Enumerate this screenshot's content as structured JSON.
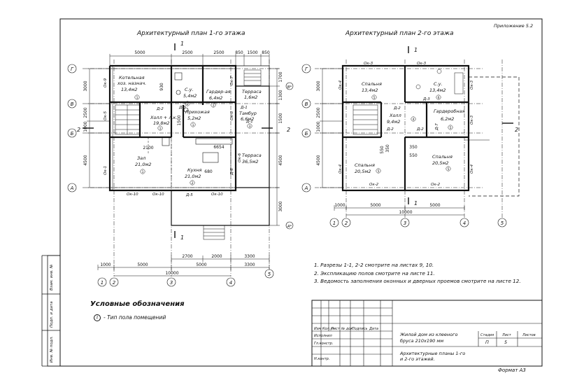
{
  "sheet": {
    "appendix": "Приложение 5.2",
    "format": "Формат А3"
  },
  "plan1": {
    "title": "Архитектурный план 1-го этажа",
    "rooms": [
      {
        "name": "Котельная хоз. назнач.",
        "area": "13,4м2",
        "type": "1"
      },
      {
        "name": "С.у.",
        "area": "5,4м2",
        "type": "2"
      },
      {
        "name": "Гардер-ая",
        "area": "6,4м2",
        "type": "1"
      },
      {
        "name": "Холл + л.к.",
        "area": "19,8м2",
        "type": "1"
      },
      {
        "name": "Прихожая",
        "area": "5,2м2",
        "type": "1"
      },
      {
        "name": "Тамбур",
        "area": "6,6м2",
        "type": "3"
      },
      {
        "name": "Терраса",
        "area": "1,6м2",
        "type": ""
      },
      {
        "name": "Зал",
        "area": "21,0м2",
        "type": "1"
      },
      {
        "name": "Кухня",
        "area": "21,0м2",
        "type": "2"
      },
      {
        "name": "Терраса",
        "area": "36,5м2",
        "type": ""
      }
    ],
    "top_dims": [
      "5000",
      "2500",
      "2500",
      "850",
      "1500",
      "850"
    ],
    "bottom_dims": [
      "1000",
      "5000",
      "5000",
      "3300"
    ],
    "lower_dims": [
      "2700",
      "2000",
      "3300"
    ],
    "total": "10000",
    "left_dims": [
      "3000",
      "2500",
      "1000",
      "4500"
    ],
    "right_dims": [
      "1700",
      "1300",
      "1500",
      "4500",
      "3000"
    ],
    "inner_dims": [
      "2100",
      "6654",
      "680",
      "930",
      "1500"
    ],
    "grid_rows": [
      "Г",
      "В",
      "Б",
      "А"
    ],
    "grid_cols": [
      "1",
      "2",
      "3",
      "4",
      "5"
    ],
    "doors": [
      "Д-2",
      "Д-3",
      "Д-1",
      "Д-1",
      "Д-5",
      "Д-6"
    ],
    "windows": [
      "Ок-9",
      "Ок-5",
      "Ок-1",
      "Ок-10",
      "Ок-10",
      "Ок-10",
      "Ок-7",
      "Ок-8",
      "Ок-6"
    ],
    "section": [
      "1",
      "1",
      "2",
      "2"
    ]
  },
  "plan2": {
    "title": "Архитектурный план 2-го этажа",
    "rooms": [
      {
        "name": "Спальня",
        "area": "13,4м2",
        "type": "5"
      },
      {
        "name": "С.у.",
        "area": "13,4м2",
        "type": "6"
      },
      {
        "name": "Холл",
        "area": "9,4м2",
        "type": "4"
      },
      {
        "name": "Гардеробная",
        "area": "6,2м2",
        "type": "5"
      },
      {
        "name": "Спальня",
        "area": "20,5м2",
        "type": "5"
      },
      {
        "name": "Спальня",
        "area": "20,5м2",
        "type": "5"
      }
    ],
    "dims_bottom": [
      "1000",
      "5000",
      "5000"
    ],
    "total": "10000",
    "left_dims": [
      "3000",
      "2500",
      "1000",
      "4500"
    ],
    "inner_dims": [
      "350",
      "550",
      "350",
      "550"
    ],
    "grid_rows": [
      "Г",
      "В",
      "Б",
      "А"
    ],
    "grid_cols": [
      "1",
      "2",
      "3",
      "4",
      "5"
    ],
    "doors": [
      "Д-2",
      "Д-3",
      "Д-2",
      "Д-2",
      "Д-7"
    ],
    "windows": [
      "Ок-3",
      "Ок-3",
      "Ок-4",
      "Ок-3",
      "Ок-4",
      "Ок-3",
      "Ок-2",
      "Ок-2",
      "Ок-4"
    ],
    "section": [
      "1",
      "1",
      "2"
    ]
  },
  "notes": [
    "1. Разрезы 1-1, 2-2 смотрите на листах 9, 10.",
    "2. Экспликацию полов смотрите на листе 11.",
    "3. Ведомость заполнения оконных и дверных проемов смотрите на листе 12."
  ],
  "legend": {
    "title": "Условные обозначения",
    "symbol": "1",
    "text": "- Тип пола помещений"
  },
  "stamp": {
    "headers": [
      "Изм",
      "Кол.уч",
      "Лист",
      "№ док",
      "Подпись",
      "Дата"
    ],
    "roles": [
      "Исполнил",
      "Гл.констр.",
      "Н.контр."
    ],
    "project": "Жилой дом из клееного бруса 210х190 мм",
    "drawing": "Архитектурные планы 1-го и 2-го этажей.",
    "stage_label": "Стадия",
    "sheet_label": "Лист",
    "sheets_label": "Листов",
    "stage": "П",
    "sheet": "5",
    "sheets": ""
  },
  "side_stamp": [
    "Инв. № подл.",
    "Подп. и дата",
    "Взам. инв. №"
  ]
}
